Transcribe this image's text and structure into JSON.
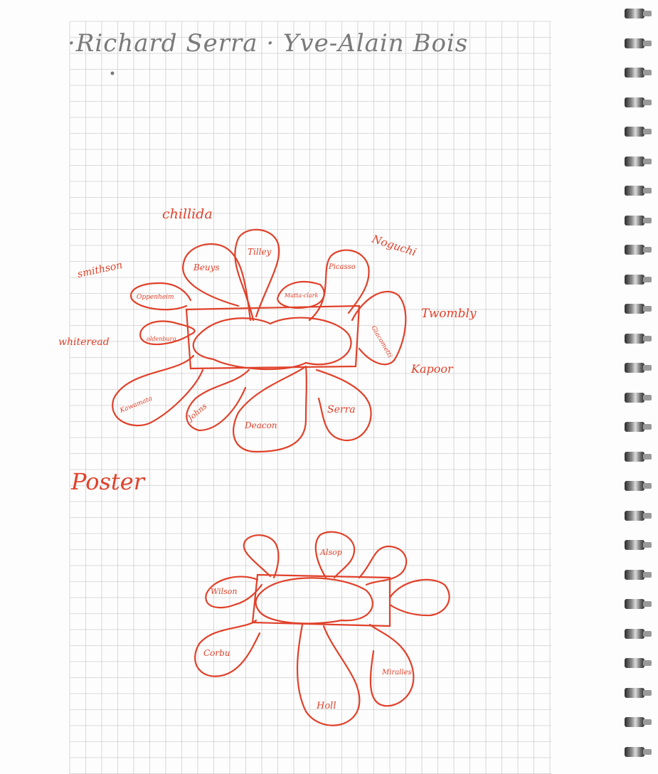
{
  "header": {
    "title": "·Richard Serra · Yve-Alain Bois"
  },
  "sketch1": {
    "outside_labels": {
      "chillida": "chillida",
      "noguchi": "Noguchi",
      "smithson": "smithson",
      "twombly": "Twombly",
      "whiteread": "whiteread",
      "kapoor": "Kapoor"
    },
    "bubbles": {
      "beuys": "Beuys",
      "tilley": "Tilley",
      "matta_clark": "Matta-clark",
      "picasso": "Picasso",
      "oppenheim": "Oppenheim",
      "oldenburg": "oldenburg",
      "giacometti": "Giacometti",
      "kawamata": "Kawamata",
      "johns": "Johns",
      "deacon": "Deacon",
      "serra": "Serra"
    }
  },
  "section_label": "Poster",
  "sketch2": {
    "bubbles": {
      "alsop": "Alsop",
      "wilson": "Wilson",
      "corbu": "Corbu",
      "holl": "Holl",
      "miralles": "Miralles"
    }
  },
  "colors": {
    "ink": "#e0412a",
    "pencil": "#7a7a7a",
    "grid": "#cfcfcf"
  }
}
